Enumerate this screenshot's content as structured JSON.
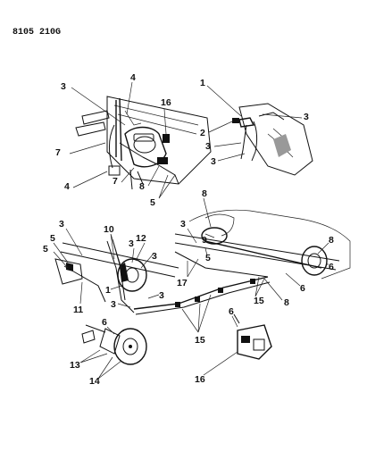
{
  "diagram_code": "8105 210G",
  "callouts": {
    "topleft": [
      "3",
      "4",
      "16",
      "7",
      "4",
      "7",
      "8",
      "5"
    ],
    "topright": [
      "1",
      "2",
      "3",
      "3",
      "3"
    ],
    "bottom": [
      "3",
      "10",
      "5",
      "3",
      "12",
      "5",
      "3",
      "1",
      "11",
      "3",
      "3",
      "6",
      "13",
      "14",
      "8",
      "3",
      "9",
      "5",
      "17",
      "8",
      "6",
      "6",
      "15",
      "8",
      "15",
      "6",
      "16"
    ]
  }
}
